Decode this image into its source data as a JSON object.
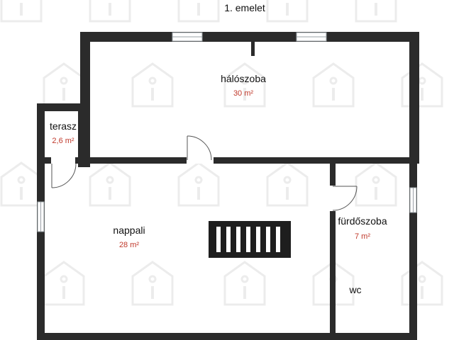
{
  "floor_title": "1. emelet",
  "area_color": "#c0392b",
  "wall_color": "#2b2b2b",
  "window_color": "#9aa0a6",
  "watermark_icon": "house-info-icon",
  "rooms": {
    "haloszoba": {
      "name": "hálószoba",
      "area": "30 m²"
    },
    "terasz": {
      "name": "terasz",
      "area": "2,6 m²"
    },
    "nappali": {
      "name": "nappali",
      "area": "28 m²"
    },
    "furdoszoba": {
      "name": "fürdőszoba",
      "area": "7 m²"
    },
    "wc": {
      "name": "wc"
    }
  }
}
